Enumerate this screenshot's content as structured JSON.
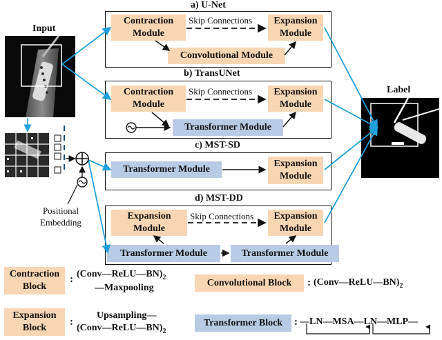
{
  "input_label": "Input",
  "label_title": "Label",
  "positional_embedding": "Positional\nEmbedding",
  "panels": {
    "unet": {
      "title": "a) U-Net",
      "contraction": "Contraction\nModule",
      "skip": "Skip Connections",
      "expansion": "Expansion\nModule",
      "conv": "Convolutional Module"
    },
    "transunet": {
      "title": "b) TransUNet",
      "contraction": "Contraction\nModule",
      "skip": "Skip Connections",
      "expansion": "Expansion\nModule",
      "transformer": "Transformer Module"
    },
    "mstsd": {
      "title": "c) MST-SD",
      "transformer": "Transformer Module",
      "expansion": "Expansion\nModule"
    },
    "mstdd": {
      "title": "d) MST-DD",
      "expansion_left": "Expansion\nModule",
      "skip": "Skip Connections",
      "expansion_right": "Expansion\nModule",
      "transformer_left": "Transformer Module",
      "transformer_right": "Transformer Module"
    }
  },
  "legend": {
    "contraction": {
      "name": "Contraction\nBlock",
      "colon": ":",
      "formula": "(Conv—ReLU—BN)",
      "sub": "2",
      "formula2": "—Maxpooling"
    },
    "convolutional": {
      "name": "Convolutional Block",
      "colon": ":",
      "formula": "(Conv—ReLU—BN)",
      "sub": "2"
    },
    "expansion": {
      "name": "Expansion\nBlock",
      "colon": ":",
      "formula1": "Upsampling—",
      "formula": "(Conv—ReLU—BN)",
      "sub": "2"
    },
    "transformer": {
      "name": "Transformer Block",
      "colon": ":",
      "formula": "—LN—MSA—LN—MLP—"
    }
  },
  "colors": {
    "orange": "#f9d6b3",
    "blue": "#b8cbe4",
    "arrow_blue": "#1fa0dc"
  }
}
